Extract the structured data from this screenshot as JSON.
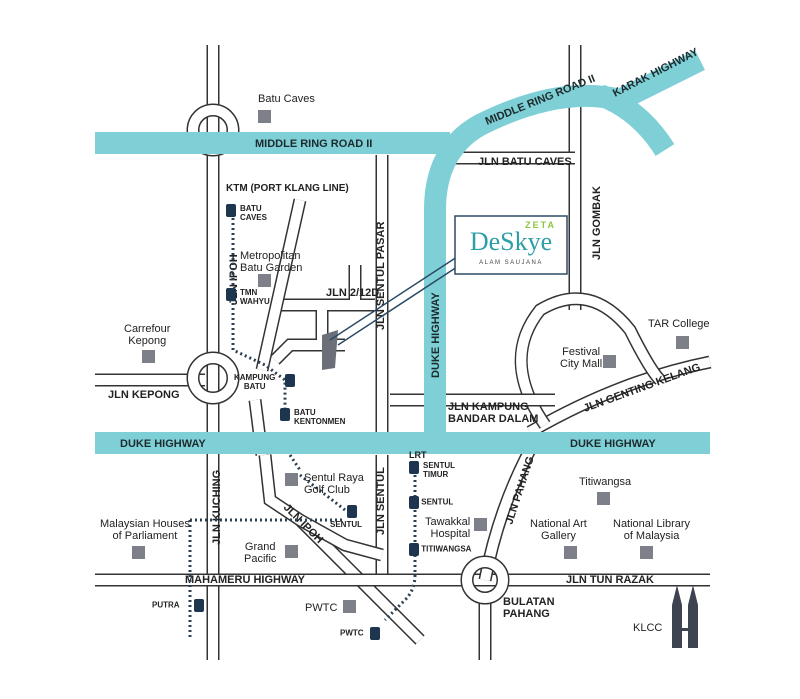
{
  "highways": {
    "middle_ring_road_west": "MIDDLE RING ROAD II",
    "middle_ring_road_east": "MIDDLE RING ROAD II",
    "karak": "KARAK HIGHWAY",
    "duke_west": "DUKE HIGHWAY",
    "duke_east": "DUKE HIGHWAY",
    "duke_vertical": "DUKE HIGHWAY"
  },
  "roads": {
    "jln_ipoh": "JLN IPOH",
    "jln_ipoh_south": "JLN IPOH",
    "jln_kepong": "JLN KEPONG",
    "jln_kuching": "JLN KUCHING",
    "jln_sentul_pasar": "JLN SENTUL PASAR",
    "jln_sentul": "JLN SENTUL",
    "jln_batu_caves": "JLN BATU CAVES",
    "jln_gombak": "JLN GOMBAK",
    "jln_2_12d": "JLN 2/12D",
    "jln_kampung_bandar_dalam": [
      "JLN KAMPUNG",
      "BANDAR DALAM"
    ],
    "jln_genting_kelang": "JLN GENTING KELANG",
    "jln_pahang": "JLN PAHANG",
    "mahameru": "MAHAMERU HIGHWAY",
    "jln_tun_razak": "JLN TUN RAZAK",
    "bulatan_pahang": [
      "BULATAN",
      "PAHANG"
    ]
  },
  "places": {
    "batu_caves": "Batu Caves",
    "metropolitan": [
      "Metropolitan",
      "Batu Garden"
    ],
    "carrefour": [
      "Carrefour",
      "Kepong"
    ],
    "tar_college": "TAR College",
    "festival": [
      "Festival",
      "City Mall"
    ],
    "sentul_raya": [
      "Sentul Raya",
      "Golf Club"
    ],
    "parliament": [
      "Malaysian Houses",
      "of Parliament"
    ],
    "grand_pacific": [
      "Grand",
      "Pacific"
    ],
    "tawakkal": [
      "Tawakkal",
      "Hospital"
    ],
    "titiwangsa": "Titiwangsa",
    "art_gallery": [
      "National Art",
      "Gallery"
    ],
    "library": [
      "National Library",
      "of Malaysia"
    ],
    "pwtc": "PWTC",
    "klcc": "KLCC"
  },
  "transit": {
    "ktm_title": "KTM (PORT KLANG LINE)",
    "lrt_title": "LRT",
    "batu_caves": [
      "BATU",
      "CAVES"
    ],
    "tmn_wahyu": [
      "TMN",
      "WAHYU"
    ],
    "kampung_batu": [
      "KAMPUNG",
      "BATU"
    ],
    "batu_kentonmen": [
      "BATU",
      "KENTONMEN"
    ],
    "sentul_timur": [
      "SENTUL",
      "TIMUR"
    ],
    "sentul_lrt": "SENTUL",
    "titiwangsa": "TITIWANGSA",
    "sentul_ktm": "SENTUL",
    "putra": "PUTRA",
    "pwtc": "PWTC"
  },
  "project": {
    "brand": "ZETA",
    "name": "DeSkye",
    "location": "ALAM SAUJANA"
  },
  "colors": {
    "highway": "#7fcfd6",
    "brand_green": "#8bc53f",
    "brand_teal": "#2e9fa6"
  }
}
